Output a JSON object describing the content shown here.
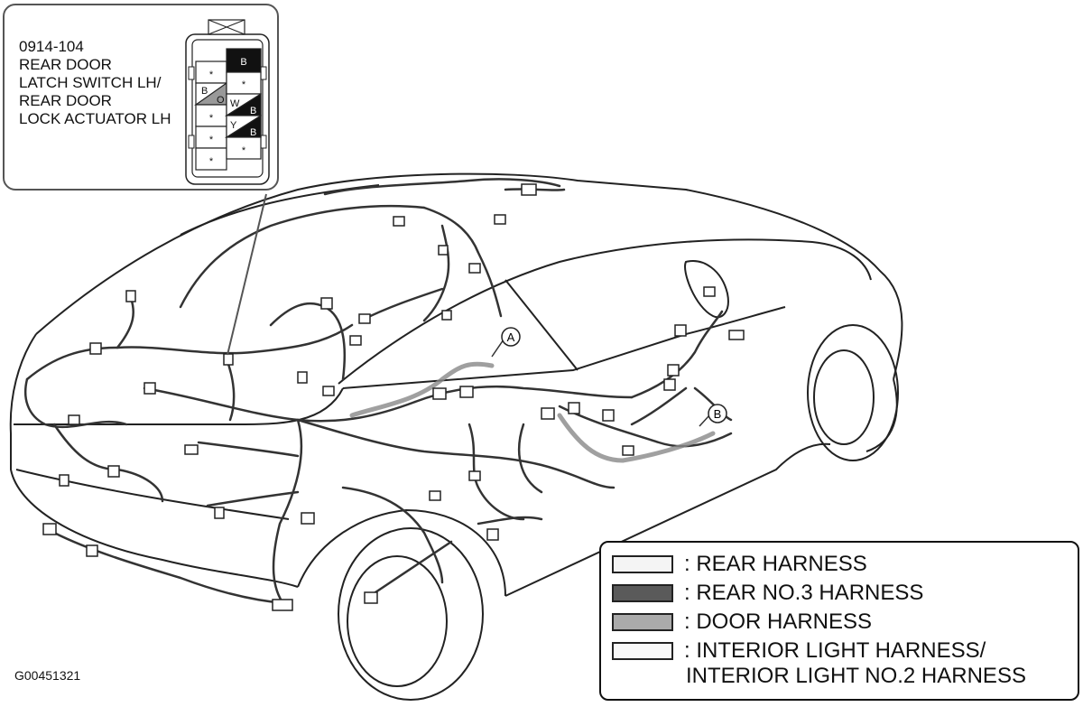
{
  "callout": {
    "lines": [
      "0914-104",
      "REAR DOOR",
      "LATCH SWITCH LH/",
      "REAR DOOR",
      "LOCK ACTUATOR LH"
    ]
  },
  "connector": {
    "pins": [
      {
        "left": "",
        "right": "B"
      },
      {
        "left": "*",
        "right": "*"
      },
      {
        "left": "B / O",
        "right": "W / B"
      },
      {
        "left": "*",
        "right": "Y / B"
      },
      {
        "left": "*",
        "right": "*"
      },
      {
        "left": "*",
        "right": ""
      }
    ],
    "labels": {
      "star": "*",
      "B": "B",
      "O": "O",
      "W": "W",
      "Y": "Y"
    }
  },
  "markers": {
    "a": "A",
    "b": "B"
  },
  "legend": {
    "items": [
      {
        "label": ": REAR HARNESS",
        "swatch": "#f4f4f4"
      },
      {
        "label": ": REAR NO.3 HARNESS",
        "swatch": "#5a5a5a"
      },
      {
        "label": ": DOOR HARNESS",
        "swatch": "#aaaaaa"
      },
      {
        "label": ": INTERIOR LIGHT HARNESS/",
        "swatch": "#f8f8f8"
      }
    ],
    "continuation": "INTERIOR LIGHT NO.2 HARNESS"
  },
  "figure_id": "G00451321"
}
